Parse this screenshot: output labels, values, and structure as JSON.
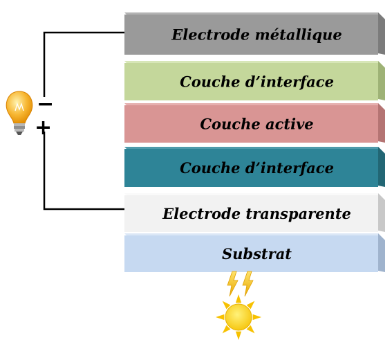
{
  "layers": [
    {
      "label": "Electrode métallique",
      "color": "#9a9a9a",
      "side": "#7b7b7b",
      "top": "#b3b3b3"
    },
    {
      "label": "Couche d’interface",
      "color": "#c4d79b",
      "side": "#9eb276",
      "top": "#d7e6b7"
    },
    {
      "label": "Couche active",
      "color": "#d99594",
      "side": "#b47473",
      "top": "#e6b0af"
    },
    {
      "label": "Couche d’interface",
      "color": "#2e8497",
      "side": "#226674",
      "top": "#4e9aab"
    },
    {
      "label": "Electrode transparente",
      "color": "#f2f2f2",
      "side": "#c8c8c8",
      "top": "#fafafa"
    },
    {
      "label": "Substrat",
      "color": "#c6d9f1",
      "side": "#9fb3cd",
      "top": "#dbe7f6"
    }
  ],
  "battery": {
    "minus": "−",
    "plus": "+"
  },
  "icons": {
    "bulb": "lightbulb-icon",
    "sun": "sun-icon",
    "lightning": "lightning-icon"
  }
}
